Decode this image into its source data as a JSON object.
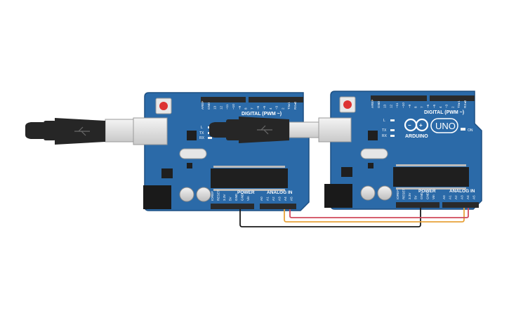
{
  "scene": "two-arduino-uno-boards-connected-by-wires",
  "colors": {
    "background": "#ffffff",
    "board": "#2b6aa8",
    "board_edge": "#1d4f82",
    "header": "#2a2a2a",
    "chip": "#1f1f1f",
    "usb_cable": "#262626",
    "usb_plug_metal": "#e6e6e6",
    "wire_gnd": "#1a1a1a",
    "wire_a4": "#e8a23a",
    "wire_a5": "#d1495b"
  },
  "boards": [
    {
      "id": "left",
      "digital_label": "DIGITAL (PWM ~)",
      "power_label": "POWER",
      "analog_label": "ANALOG IN",
      "brand_label": "",
      "model_label": "",
      "on_label": "",
      "analog_pins": [
        "A0",
        "A1",
        "A2",
        "A3",
        "A4",
        "A5"
      ],
      "power_pins": [
        "IOREF",
        "RESET",
        "3.3V",
        "5V",
        "GND",
        "GND",
        "Vin"
      ],
      "digital_pins": [
        "AREF",
        "GND",
        "13",
        "12",
        "~11",
        "~10",
        "~9",
        "8",
        "7",
        "~6",
        "~5",
        "4",
        "~3",
        "2",
        "TX▸1",
        "RX◂0"
      ],
      "led_labels": [
        "L",
        "TX",
        "RX"
      ]
    },
    {
      "id": "right",
      "digital_label": "DIGITAL (PWM ~)",
      "power_label": "POWER",
      "analog_label": "ANALOG IN",
      "brand_label": "ARDUINO",
      "model_label": "UNO",
      "on_label": "ON",
      "analog_pins": [
        "A0",
        "A1",
        "A2",
        "A3",
        "A4",
        "A5"
      ],
      "power_pins": [
        "IOREF",
        "RESET",
        "3.3V",
        "5V",
        "GND",
        "GND",
        "Vin"
      ],
      "digital_pins": [
        "AREF",
        "GND",
        "13",
        "12",
        "~11",
        "~10",
        "~9",
        "8",
        "7",
        "~6",
        "~5",
        "4",
        "~3",
        "2",
        "TX▸1",
        "RX◂0"
      ],
      "led_labels": [
        "L",
        "TX",
        "RX"
      ]
    }
  ],
  "connections": [
    {
      "from": "left.GND",
      "to": "right.GND",
      "color": "#1a1a1a"
    },
    {
      "from": "left.A4",
      "to": "right.A4",
      "color": "#e8a23a"
    },
    {
      "from": "left.A5",
      "to": "right.A5",
      "color": "#d1495b"
    }
  ]
}
